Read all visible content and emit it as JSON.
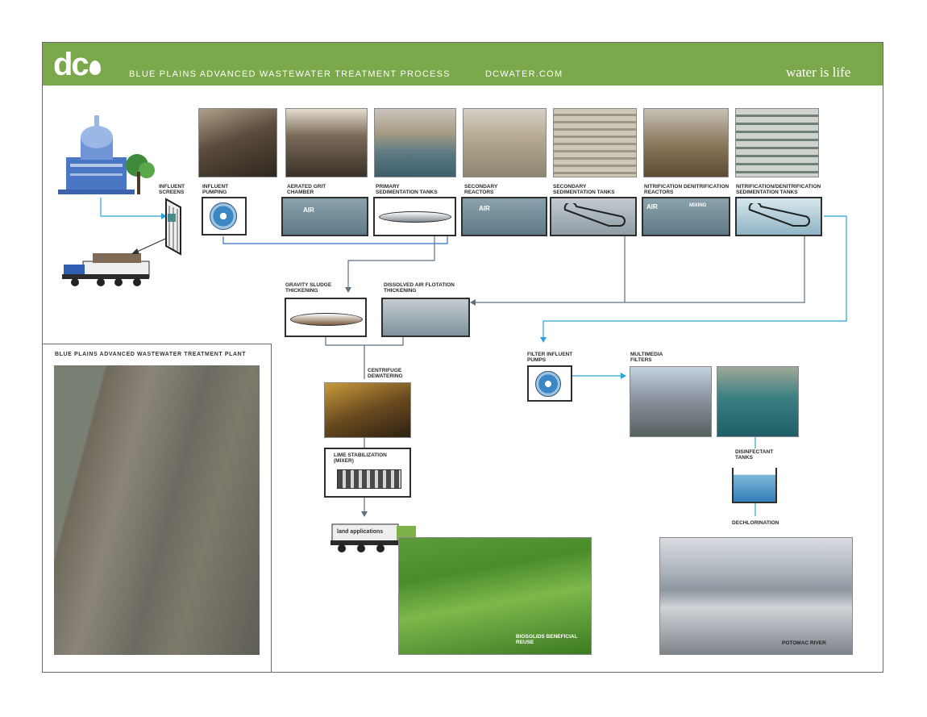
{
  "header": {
    "logo": "dc",
    "title": "BLUE PLAINS ADVANCED WASTEWATER TREATMENT PROCESS",
    "url": "DCWATER.COM",
    "tagline": "water is life"
  },
  "stages": {
    "influent_screens": "INFLUENT SCREENS",
    "influent_pumping": "INFLUENT PUMPING",
    "aerated_grit": "AERATED GRIT CHAMBER",
    "primary_sed": "PRIMARY SEDIMENTATION TANKS",
    "secondary_reactors": "SECONDARY REACTORS",
    "secondary_sed": "SECONDARY SEDIMENTATION TANKS",
    "nitrification_reactors": "NITRIFICATION DENITRIFICATION REACTORS",
    "nitrification_sed": "NITRIFICATION/DENITRIFICATION SEDIMENTATION TANKS",
    "gravity_thickening": "GRAVITY SLUDGE THICKENING",
    "daf_thickening": "DISSOLVED AIR FLOTATION THICKENING",
    "centrifuge": "CENTRIFUGE DEWATERING",
    "lime": "LIME STABILIZATION (MIXER)",
    "filter_pumps": "FILTER INFLUENT PUMPS",
    "multimedia": "MULTIMEDIA FILTERS",
    "disinfectant": "DISINFECTANT TANKS",
    "dechlorination": "DECHLORINATION",
    "biosolids": "BIOSOLIDS BENEFICIAL REUSE",
    "potomac": "POTOMAC RIVER",
    "truck_sign": "land applications"
  },
  "tank_labels": {
    "air_grit": "AIR",
    "air_secondary": "AIR",
    "air_nitrif": "AIR",
    "mixing": "MIXING"
  },
  "plant": {
    "title": "BLUE PLAINS ADVANCED WASTEWATER TREATMENT PLANT"
  }
}
